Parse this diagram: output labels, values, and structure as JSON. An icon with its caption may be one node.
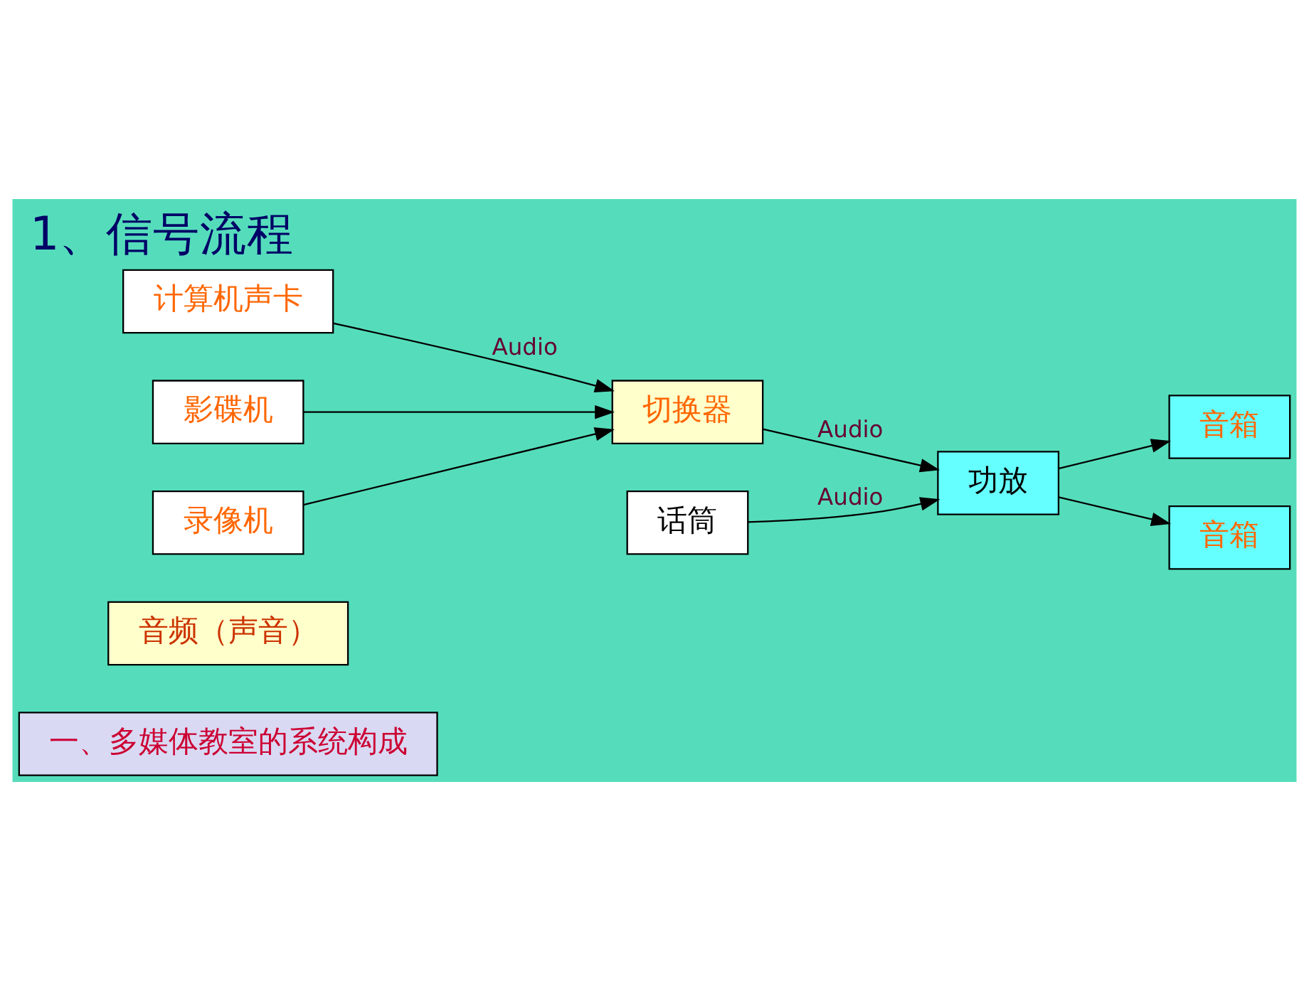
{
  "diagram": {
    "title": "1、信号流程",
    "nodes": [
      {
        "text": [
          "一、多媒体教室的系统构成"
        ]
      },
      {
        "text": [
          "音频（声音）"
        ]
      },
      {
        "text": [
          "音箱"
        ]
      },
      {
        "text": [
          "音箱"
        ]
      },
      {
        "text": [
          "计算机声卡"
        ]
      },
      {
        "text": [
          "影碟机"
        ]
      },
      {
        "text": [
          "切换器"
        ]
      },
      {
        "text": [
          "功放"
        ]
      },
      {
        "text": [
          "录像机"
        ]
      },
      {
        "text": [
          "话筒"
        ]
      }
    ],
    "edges": [
      {
        "from": 4,
        "to": 6,
        "arrow": "to",
        "label": "Audio"
      },
      {
        "from": 5,
        "to": 6,
        "arrow": "to"
      },
      {
        "from": 8,
        "to": 6,
        "arrow": "to"
      },
      {
        "from": 6,
        "to": 7,
        "arrow": "to",
        "label": "Audio"
      },
      {
        "from": 9,
        "to": 7,
        "arrow": "to",
        "label": "Audio"
      },
      {
        "from": 7,
        "to": 2,
        "arrow": "to"
      },
      {
        "from": 7,
        "to": 3,
        "arrow": "to"
      }
    ]
  }
}
